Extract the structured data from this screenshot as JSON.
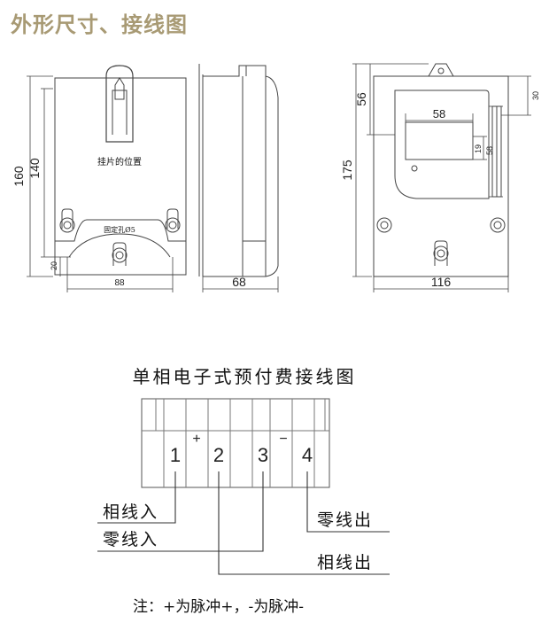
{
  "section_title": "外形尺寸、接线图",
  "front_view": {
    "hook_label": "挂片的位置",
    "hole_label": "固定孔Ø5",
    "dim_height_total": "160",
    "dim_height_inner": "140",
    "dim_bottom": "20",
    "dim_width_holes": "88"
  },
  "side_view": {
    "dim_depth": "68"
  },
  "right_view": {
    "dim_height": "175",
    "dim_top": "56",
    "dim_window_width": "58",
    "dim_window_height": "19",
    "dim_window_right": "58",
    "dim_right_top": "30",
    "dim_width": "116"
  },
  "wiring": {
    "title": "单相电子式预付费接线图",
    "terminals": [
      "1",
      "2",
      "3",
      "4"
    ],
    "pulse_plus": "+",
    "pulse_minus": "−",
    "phase_in": "相线入",
    "neutral_in": "零线入",
    "neutral_out": "零线出",
    "phase_out": "相线出",
    "note": "注：+为脉冲+，-为脉冲-"
  },
  "colors": {
    "title": "#a89a74",
    "line": "#444444"
  }
}
